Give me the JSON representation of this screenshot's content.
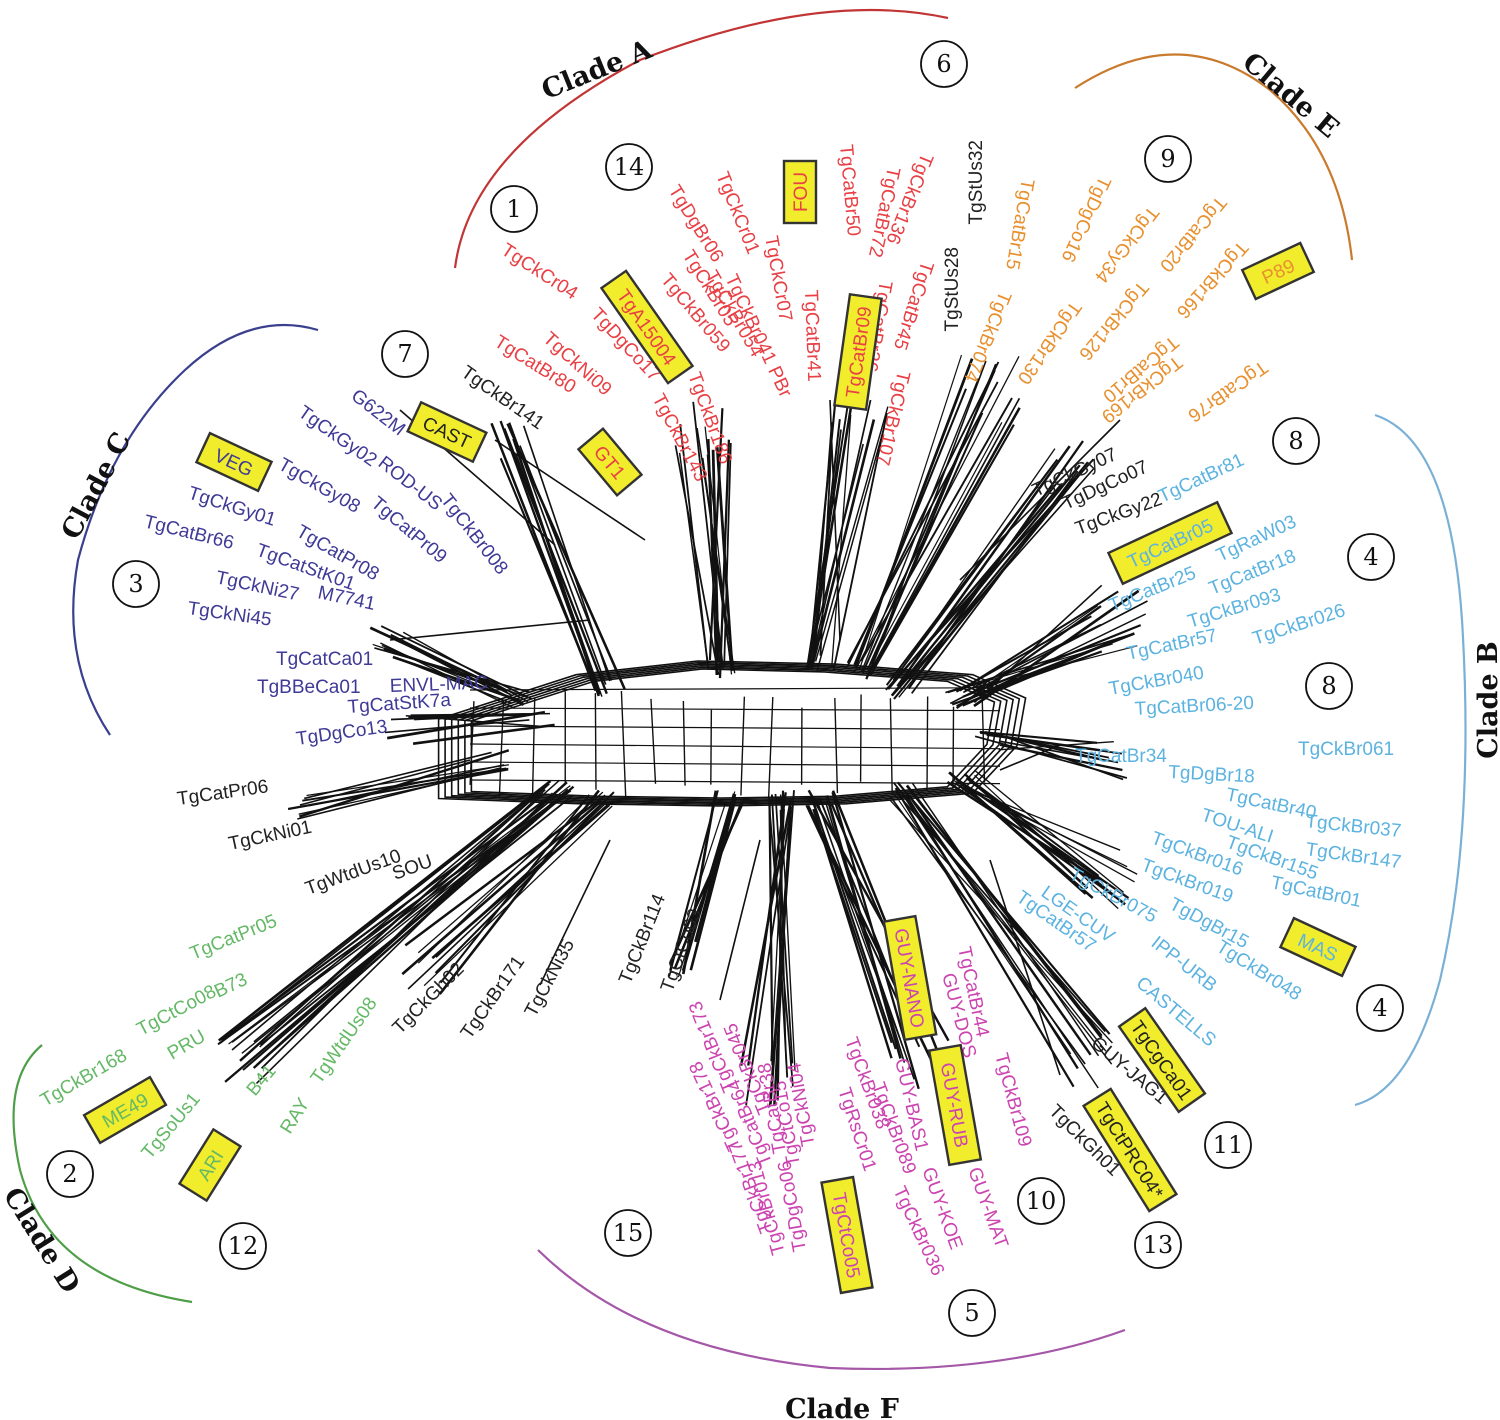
{
  "colors": {
    "A": "#e84045",
    "B": "#5cb3e0",
    "C": "#3e3a96",
    "D": "#64b866",
    "E": "#e8902e",
    "F": "#cc44b0",
    "black": "#222222",
    "arcA": "#c23535",
    "arcB": "#7ab0d6",
    "arcC": "#3a3f8e",
    "arcD": "#4f9e48",
    "arcE": "#c97a2c",
    "arcF": "#a557a8",
    "highlight": "#f1ec2c"
  },
  "clades": [
    {
      "id": "A",
      "label": "Clade A"
    },
    {
      "id": "B",
      "label": "Clade B"
    },
    {
      "id": "C",
      "label": "Clade C"
    },
    {
      "id": "D",
      "label": "Clade D"
    },
    {
      "id": "E",
      "label": "Clade E"
    },
    {
      "id": "F",
      "label": "Clade F"
    }
  ],
  "numbers": [
    "1",
    "2",
    "3",
    "4",
    "4",
    "5",
    "6",
    "7",
    "8",
    "8",
    "9",
    "10",
    "11",
    "12",
    "13",
    "14",
    "15"
  ],
  "reference_strains": [
    "FOU",
    "TgA15004",
    "TgCatBr09",
    "GT1",
    "CAST",
    "VEG",
    "P89",
    "TgCatBr05",
    "MAS",
    "TgCgCa01",
    "TgCtPRC04*",
    "GUY-NANO",
    "GUY-RUB",
    "TgCtCo05",
    "ME49",
    "ARI"
  ],
  "strains": {
    "A": [
      "TgCkCr04",
      "TgCatBr80",
      "TgCkNi09",
      "TgDgCo17",
      "TgCkBr143",
      "TgDgBr06",
      "TgCkBr05",
      "TgCkBr059",
      "TgCkBr054",
      "TgCkBr041 PBr",
      "TgCkBr186",
      "TgCkCr01",
      "TgCkCr07",
      "TgCatBr50",
      "TgCatBr41",
      "TgCatBr26",
      "TgCatBr72",
      "TgCkBr136",
      "TgCatBr45",
      "TgCkBr107"
    ],
    "E": [
      "TgCatBr15",
      "TgCkBr074",
      "TgDgCo16",
      "TgCkBr130",
      "TgCkGy34",
      "TgCkBr126",
      "TgCatBr20",
      "TgCkBr166",
      "TgCatBr10",
      "TgCkBr169",
      "TgCatBr76"
    ],
    "B": [
      "TgCatBr81",
      "TgRaW03",
      "TgCatBr25",
      "TgCatBr18",
      "TgCkBr093",
      "TgCkBr026",
      "TgCatBr57",
      "TgCkBr040",
      "TgCatBr06-20",
      "TgCatBr34",
      "TgDgBr18",
      "TgCkBr061",
      "TgCatBr40",
      "TOU-ALI",
      "TgCkBr037",
      "TgCkBr016",
      "TgCkBr155",
      "TgCkBr147",
      "TgCkBr019",
      "TgCatBr01",
      "TgCkBr075",
      "LGE-CUV",
      "TgCatBr57",
      "TgDgBr15",
      "IPP-URB",
      "TgCkBr048",
      "CASTELLS"
    ],
    "C": [
      "G622M",
      "ROD-US",
      "TgCkGy02",
      "TgCatPr09",
      "TgCkBr008",
      "TgCkGy01",
      "TgCkGy08",
      "TgCatPr08",
      "TgCatBr66",
      "TgCatStK01",
      "TgCkNi27",
      "M7741",
      "TgCkNi45",
      "TgCatCa01",
      "TgBBeCa01",
      "ENVL-MAC",
      "TgCatStK7a",
      "TgDgCo13"
    ],
    "D": [
      "TgCatPr05",
      "B73",
      "TgCtCo08",
      "PRU",
      "TgCkBr168",
      "TgSoUs1",
      "B41",
      "RAY",
      "TgWtdUs08"
    ],
    "F": [
      "TgCatBr44",
      "GUY-DOS",
      "TgCkBr109",
      "GUY-MAT",
      "GUY-BAS1",
      "GUY-KOE",
      "TgCkBr089",
      "TgCkBr036",
      "TgCkBr038",
      "TgRsCr01",
      "TgCkNi04",
      "TgCtCo15",
      "TgCatBr38",
      "TgCkBr173",
      "TgCkBr045",
      "TgCkBr178",
      "TgCatBr64",
      "TgCkBr177",
      "TgCkBr013",
      "TgDgCo06"
    ],
    "black": [
      "TgStUs32",
      "TgStUs28",
      "TgCkBr141",
      "TgCkGy07",
      "TgDgCo07",
      "TgCkGy22",
      "TgCatPr06",
      "TgCkNi01",
      "TgWtdUs10",
      "SOU",
      "TgCkGh02",
      "TgCkBr171",
      "TgCkNi35",
      "TgCkBr114",
      "TgCtCo03",
      "GUY-JAG1",
      "TgCkGh01"
    ]
  }
}
